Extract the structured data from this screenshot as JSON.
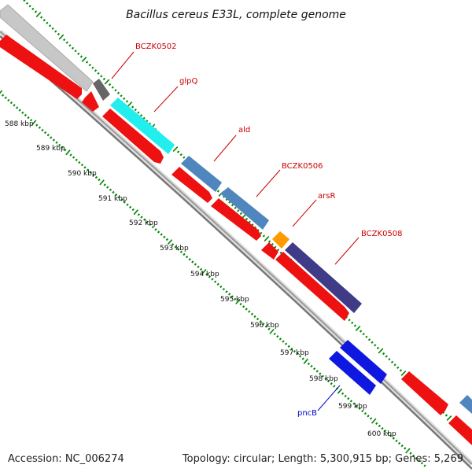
{
  "title": "Bacillus cereus E33L, complete genome",
  "footer": {
    "accession": "Accession: NC_006274",
    "stats": "Topology: circular; Length: 5,300,915 bp; Genes: 5,269"
  },
  "ticks": [
    "588 kbp",
    "589 kbp",
    "590 kbp",
    "591 kbp",
    "592 kbp",
    "593 kbp",
    "594 kbp",
    "595 kbp",
    "596 kbp",
    "597 kbp",
    "598 kbp",
    "599 kbp",
    "600 kbp"
  ],
  "gene_labels": [
    {
      "text": "BCZK0502",
      "color": "#cc0000"
    },
    {
      "text": "glpQ",
      "color": "#cc0000"
    },
    {
      "text": "ald",
      "color": "#cc0000"
    },
    {
      "text": "BCZK0506",
      "color": "#cc0000"
    },
    {
      "text": "arsR",
      "color": "#cc0000"
    },
    {
      "text": "BCZK0508",
      "color": "#cc0000"
    },
    {
      "text": "pncB",
      "color": "#0000cc"
    }
  ],
  "colors": {
    "cds": "#ee1111",
    "glpQ": "#22eeee",
    "ald": "#4f86bd",
    "BCZK0506": "#4f86bd",
    "arsR": "#ff9900",
    "BCZK0508": "#3f3b86",
    "pncB": "#0f18e0",
    "grey_feature": "#bbbbbb",
    "dark_grey_feature": "#666666",
    "backbone": "#888888",
    "tick_green": "#008800"
  }
}
